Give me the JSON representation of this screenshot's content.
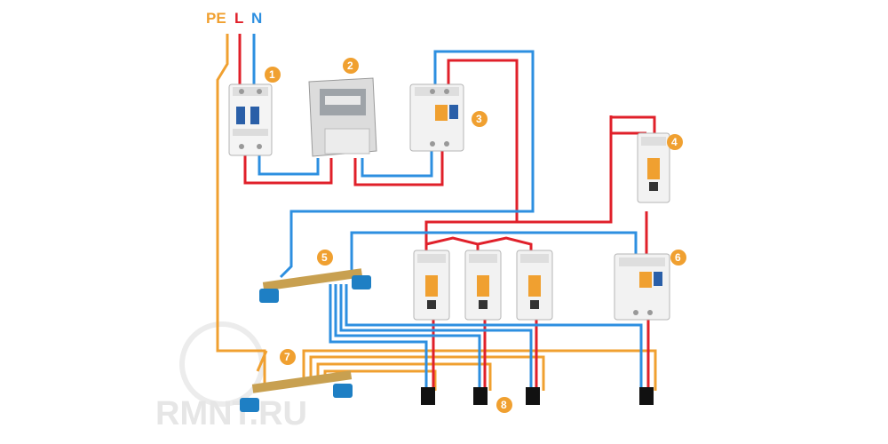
{
  "supply": {
    "pe": "PE",
    "l": "L",
    "n": "N"
  },
  "badges": [
    "1",
    "2",
    "3",
    "4",
    "5",
    "6",
    "7",
    "8"
  ],
  "watermark": "RMNT.RU",
  "colors": {
    "pe": "#f0a030",
    "l": "#e0202a",
    "n": "#2d8fe0",
    "badge": "#f0a030",
    "breaker": "#f2f2f2",
    "busbar": "#c8a050",
    "busbar_base": "#1e7fc4",
    "terminal": "#111111"
  },
  "components": [
    {
      "id": "1",
      "kind": "2-pole-breaker-icon"
    },
    {
      "id": "2",
      "kind": "electric-meter-icon"
    },
    {
      "id": "3",
      "kind": "rcbo-icon"
    },
    {
      "id": "4",
      "kind": "breaker-icon"
    },
    {
      "id": "5",
      "kind": "neutral-busbar-icon"
    },
    {
      "id": "6",
      "kind": "rcbo-icon"
    },
    {
      "id": "7",
      "kind": "ground-busbar-icon"
    },
    {
      "id": "8",
      "kind": "load-terminal-icon"
    }
  ]
}
